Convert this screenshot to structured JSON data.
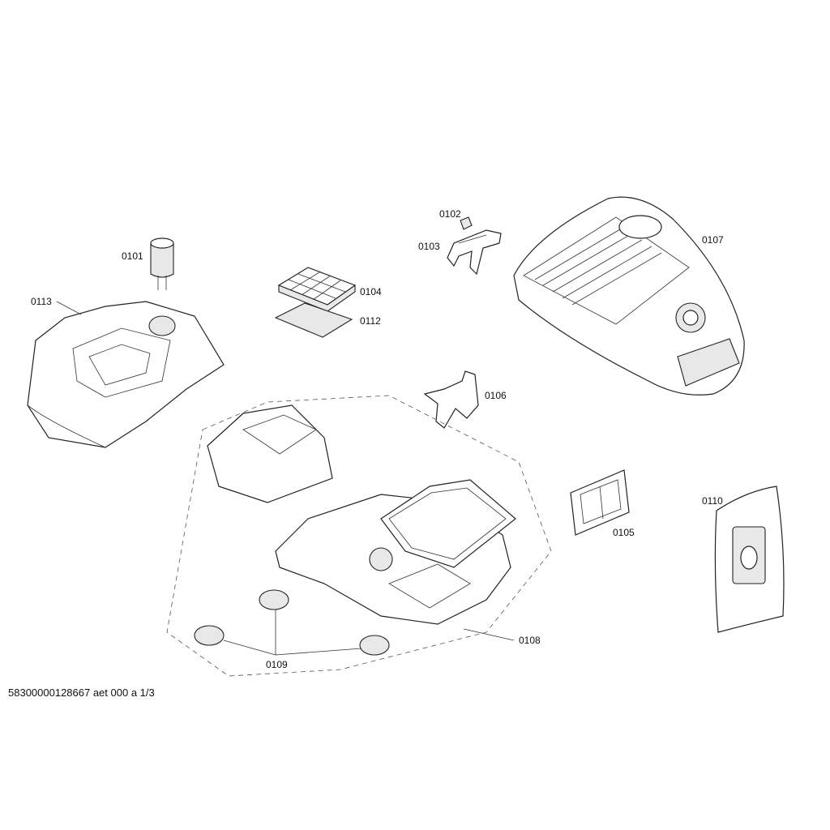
{
  "parts": [
    {
      "id": "p0101",
      "label": "0101"
    },
    {
      "id": "p0102",
      "label": "0102"
    },
    {
      "id": "p0103",
      "label": "0103"
    },
    {
      "id": "p0104",
      "label": "0104"
    },
    {
      "id": "p0112",
      "label": "0112"
    },
    {
      "id": "p0113",
      "label": "0113"
    },
    {
      "id": "p0107",
      "label": "0107"
    },
    {
      "id": "p0106",
      "label": "0106"
    },
    {
      "id": "p0105",
      "label": "0105"
    },
    {
      "id": "p0110",
      "label": "0110"
    },
    {
      "id": "p0108",
      "label": "0108"
    },
    {
      "id": "p0109",
      "label": "0109"
    }
  ],
  "footer": "58300000128667 aet 000 a 1/3"
}
